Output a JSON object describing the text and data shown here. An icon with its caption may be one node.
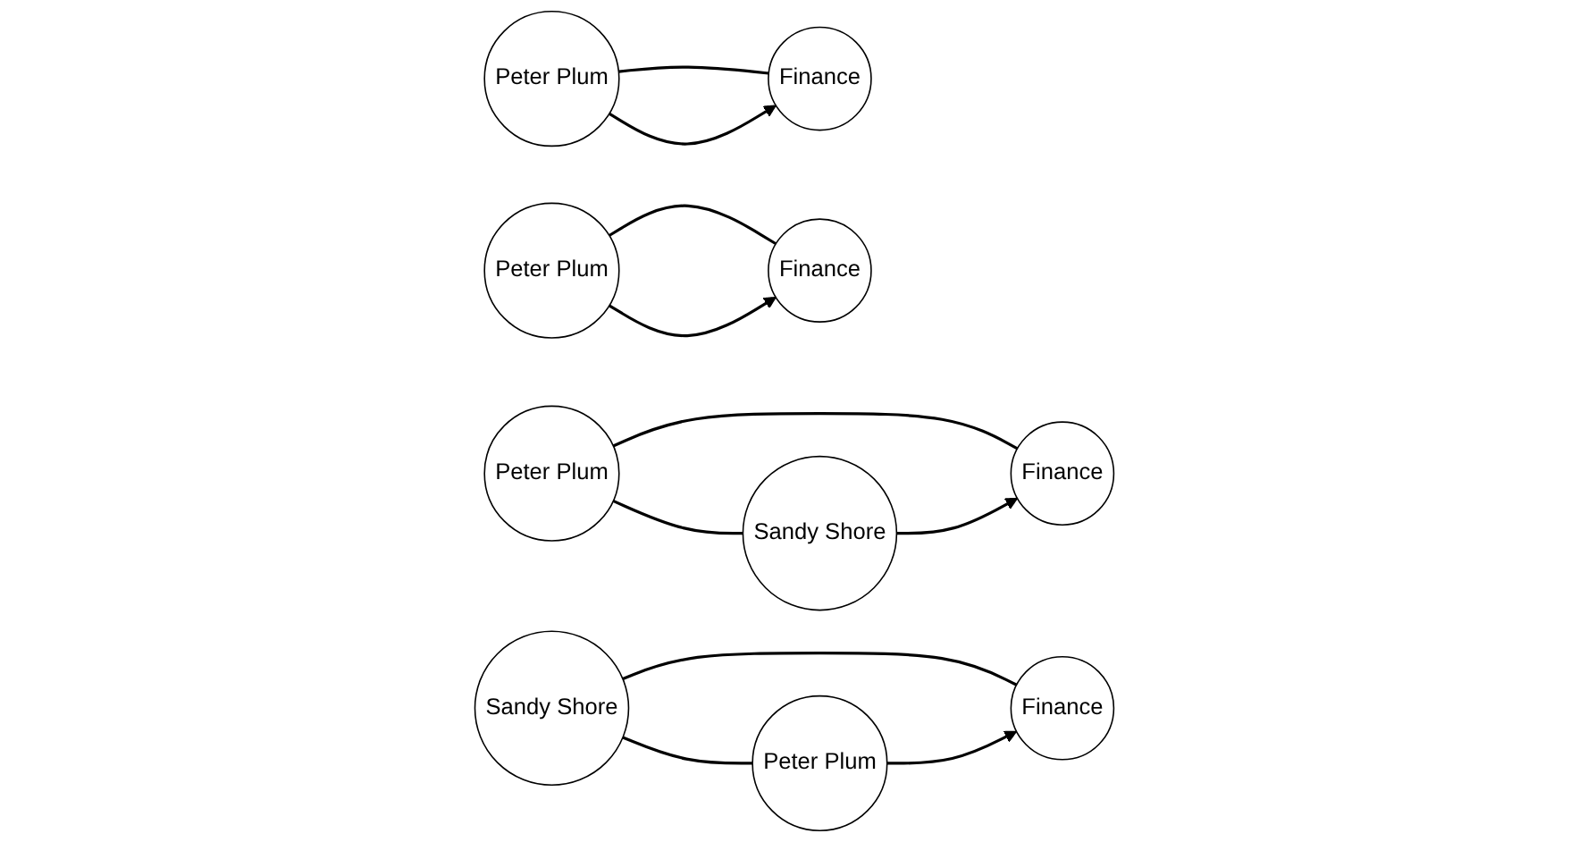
{
  "diagram": {
    "nodes": [
      {
        "text": [
          "Peter Plum"
        ]
      },
      {
        "text": [
          "Finance"
        ]
      },
      {
        "text": [
          "Peter Plum"
        ]
      },
      {
        "text": [
          "Finance"
        ]
      },
      {
        "text": [
          "Finance"
        ]
      },
      {
        "text": [
          "Peter Plum"
        ]
      },
      {
        "text": [
          "Sandy Shore"
        ]
      },
      {
        "text": [
          "Finance"
        ]
      },
      {
        "text": [
          "Sandy Shore"
        ]
      },
      {
        "text": [
          "Peter Plum"
        ]
      }
    ],
    "edges": [
      {
        "from": 0,
        "to": 1,
        "arrow": "none"
      },
      {
        "from": 0,
        "to": 1,
        "arrow": "to"
      },
      {
        "from": 2,
        "to": 3,
        "arrow": "none"
      },
      {
        "from": 2,
        "to": 3,
        "arrow": "to"
      },
      {
        "from": 5,
        "to": 4,
        "arrow": "none"
      },
      {
        "from": 6,
        "to": 4,
        "arrow": "to"
      },
      {
        "from": 5,
        "to": 6,
        "arrow": "none"
      },
      {
        "from": 8,
        "to": 7,
        "arrow": "none"
      },
      {
        "from": 9,
        "to": 7,
        "arrow": "to"
      },
      {
        "from": 8,
        "to": 9,
        "arrow": "none"
      }
    ]
  }
}
